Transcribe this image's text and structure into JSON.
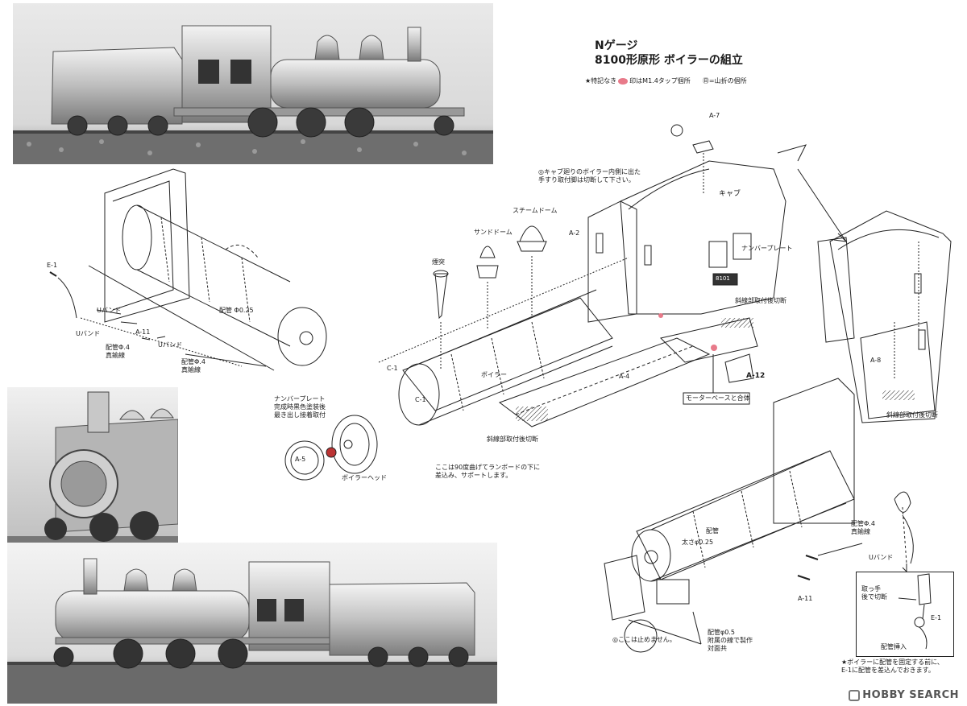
{
  "title_line1": "Nゲージ",
  "title_line2": "8100形原形 ボイラーの組立",
  "legend": {
    "prefix": "★特記なき",
    "suffix": "印はM1.4タップ個所",
    "bend": "㊐=山折の個所",
    "dot_color": "#e87a8a"
  },
  "labels": {
    "a7": "A-7",
    "cab_note": "◎キャブ廻りのボイラー内側に出た\n手すり取付脚は切断して下さい。",
    "cab": "キャブ",
    "steam_dome": "スチームドーム",
    "sand_dome": "サンドドーム",
    "a2": "A-2",
    "number_plate_cab": "ナンバープレート",
    "cab_plate_number": "8101",
    "smokestack": "煙突",
    "hatched_cut_top": "斜線部取付後切断",
    "a4": "A-4",
    "a12": "A-12",
    "motor_base": "モーターベースと合体",
    "c1_upper": "C-1",
    "c1_lower": "C-1",
    "boiler": "ボイラー",
    "number_plate_left": "ナンバープレート\n完成時黒色塗装後\n最き出し接着取付",
    "a5": "A-5",
    "boiler_head": "ボイラーヘッド",
    "hatched_cut_mid": "斜線部取付後切断",
    "bend_note": "ここは90度曲げてランボードの下に\n差込み、サポートします。",
    "e1_left": "E-1",
    "uband1": "Uバンド",
    "uband2": "Uバンド",
    "uband3": "Uバンド",
    "a11_left": "A-11",
    "pipe025_left": "配管 Φ0.25",
    "pipe04_left_a": "配管Φ.4\n真鍮線",
    "pipe04_left_b": "配管Φ.4\n真鍮線",
    "a8": "A-8",
    "hatched_cut_right": "斜線部取付後切断",
    "pipe_right": "配管",
    "pipe_right_size": "太さφ0.25",
    "pipe04_right": "配管Φ.4\n真鍮線",
    "uband_right": "Uバンド",
    "a11_right": "A-11",
    "no_stop": "◎ここは止めません。",
    "pipe05": "配管φ0.5\n附属の線で製作\n対面共",
    "inset_handle": "取っ手\n後で切断",
    "inset_e1": "E-1",
    "inset_pipe": "配管挿入",
    "footer_note": "★ボイラーに配管を固定する前に、\nE-1に配管を差込んでおきます。"
  },
  "watermark": "HOBBY SEARCH"
}
